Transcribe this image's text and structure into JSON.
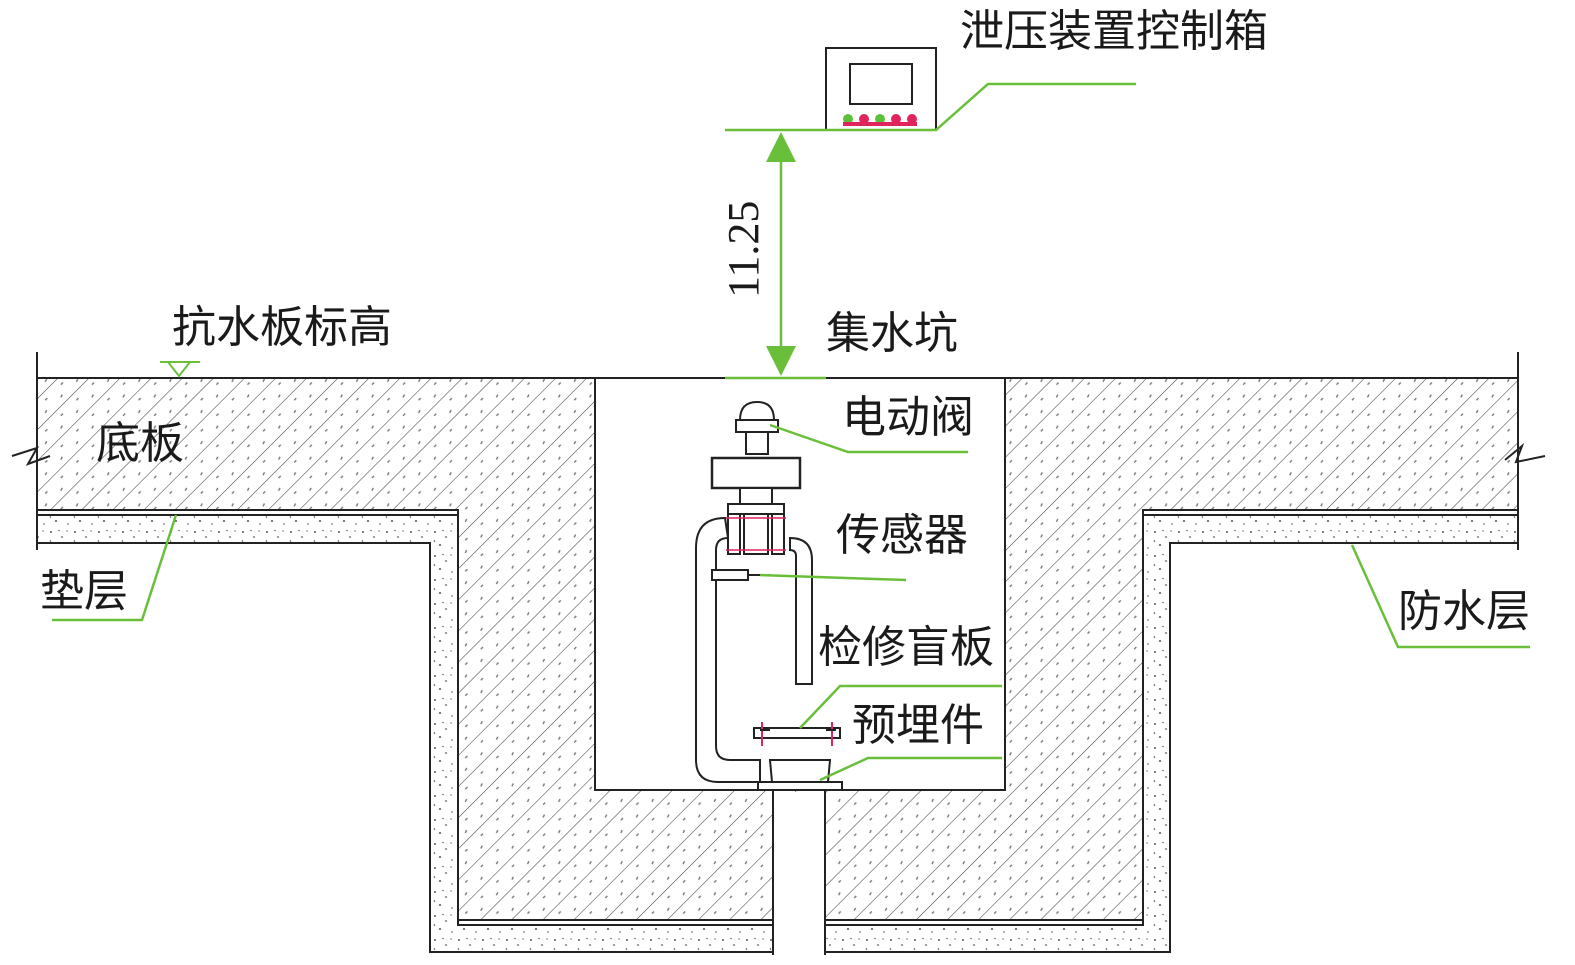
{
  "labels": {
    "control_box": "泄压装置控制箱",
    "dimension": "11.25",
    "raft_elevation": "抗水板标高",
    "sump": "集水坑",
    "slab": "底板",
    "cushion": "垫层",
    "electric_valve": "电动阀",
    "sensor": "传感器",
    "blind_plate": "检修盲板",
    "embedded_part": "预埋件",
    "waterproof_layer": "防水层"
  },
  "colors": {
    "leader": "#6abf3a",
    "lines": "#222222",
    "hatch": "#444444",
    "indicator_red": "#e0245e",
    "indicator_green": "#5cc03a"
  },
  "icons": [
    "control-box-icon",
    "electric-valve-icon",
    "sensor-icon",
    "elevation-marker-icon",
    "break-line-icon"
  ]
}
